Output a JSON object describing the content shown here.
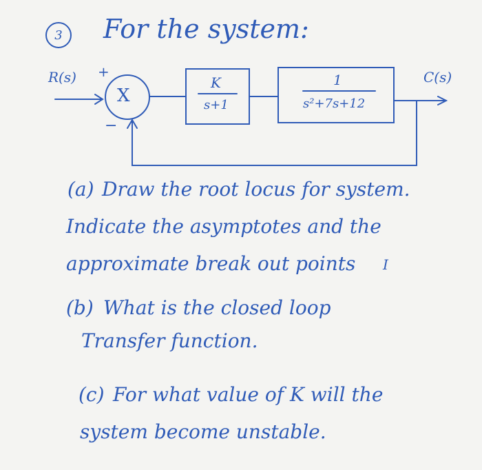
{
  "problem_number": "3",
  "title": "For the system:",
  "diagram": {
    "input_label": "R(s)",
    "sum_plus": "+",
    "sum_symbol": "X",
    "sum_minus": "−",
    "block1": {
      "numerator": "K",
      "denominator": "s+1"
    },
    "block2": {
      "numerator": "1",
      "denominator": "s²+7s+12"
    },
    "output_label": "C(s)"
  },
  "questions": {
    "a_marker": "(a)",
    "a_line1": "Draw the root locus for system.",
    "a_line2": "Indicate the asymptotes and the",
    "a_line3": "approximate break out points",
    "a_tail": "I",
    "b_marker": "(b)",
    "b_line1": "What is the closed loop",
    "b_line2": "Transfer function.",
    "c_marker": "(c)",
    "c_line1": "For what value of K will the",
    "c_line2": "system become unstable."
  }
}
